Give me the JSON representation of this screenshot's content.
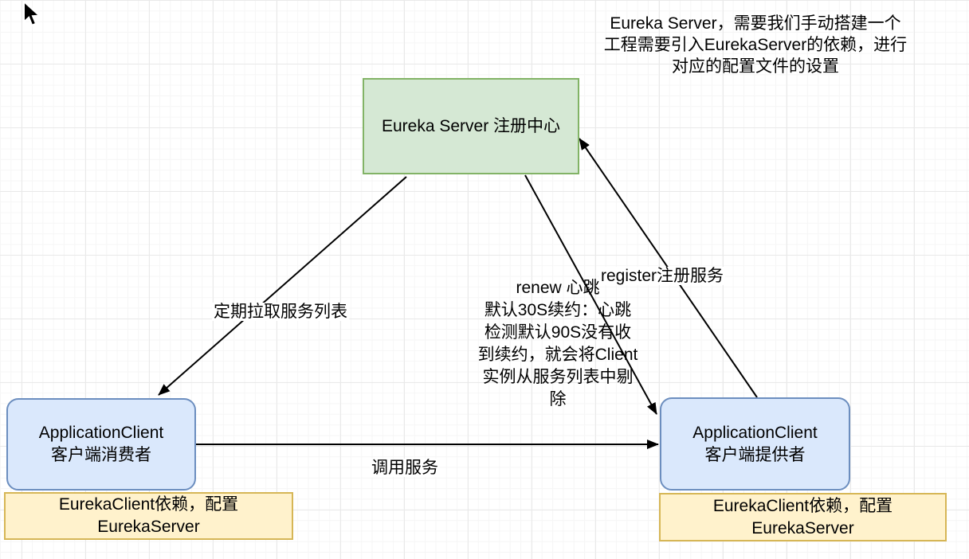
{
  "diagram": {
    "annotation_top_right": "Eureka Server，需要我们手动搭建一个\n工程需要引入EurekaServer的依赖，进行\n对应的配置文件的设置",
    "nodes": {
      "server": {
        "label": "Eureka Server 注册中心"
      },
      "consumer": {
        "label": "ApplicationClient\n客户端消费者"
      },
      "provider": {
        "label": "ApplicationClient\n客户端提供者"
      },
      "consumer_note": {
        "label": "EurekaClient依赖，配置\nEurekaServer"
      },
      "provider_note": {
        "label": "EurekaClient依赖，配置\nEurekaServer"
      }
    },
    "edges": {
      "fetch": {
        "label": "定期拉取服务列表"
      },
      "register": {
        "label": "register注册服务"
      },
      "renew": {
        "label": "renew 心跳\n默认30S续约：心跳\n检测默认90S没有收\n到续约，就会将Client\n实例从服务列表中剔\n除"
      },
      "invoke": {
        "label": "调用服务"
      }
    },
    "colors": {
      "server_fill": "#d5e8d4",
      "server_stroke": "#82b366",
      "client_fill": "#dae8fc",
      "client_stroke": "#6c8ebf",
      "note_fill": "#fff2cc",
      "note_stroke": "#d6b656",
      "arrow": "#000000",
      "grid_major": "#e9e9e9",
      "grid_minor": "#f6f6f6",
      "background": "#ffffff"
    }
  }
}
